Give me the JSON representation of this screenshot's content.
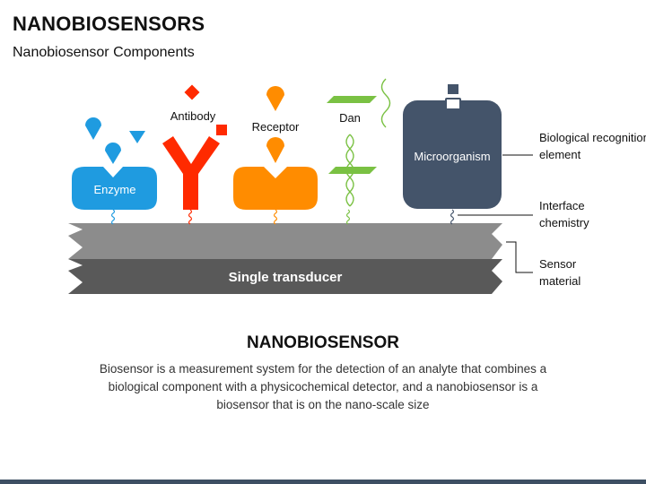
{
  "header": {
    "title": "NANOBIOSENSORS",
    "subtitle": "Nanobiosensor Components"
  },
  "diagram": {
    "receptors": {
      "enzyme": "Enzyme",
      "antibody": "Antibody",
      "receptor": "Receptor",
      "dan": "Dan",
      "microorganism": "Microorganism"
    },
    "transducer": "Single transducer",
    "callouts": {
      "biological_recognition": "Biological recognition element",
      "interface_chemistry": "Interface chemistry",
      "sensor_material": "Sensor material"
    },
    "colors": {
      "enzyme": "#1f9be0",
      "antibody": "#ff2a00",
      "receptor": "#ff8c00",
      "dan": "#7ac143",
      "microorganism": "#44546a",
      "transducer_top": "#8c8c8c",
      "transducer_bottom": "#595959"
    }
  },
  "info": {
    "heading": "NANOBIOSENSOR",
    "body": "Biosensor is a measurement system for the detection of an analyte that combines a biological component with a physicochemical detector, and a nanobiosensor is a biosensor that is on the nano-scale size"
  }
}
